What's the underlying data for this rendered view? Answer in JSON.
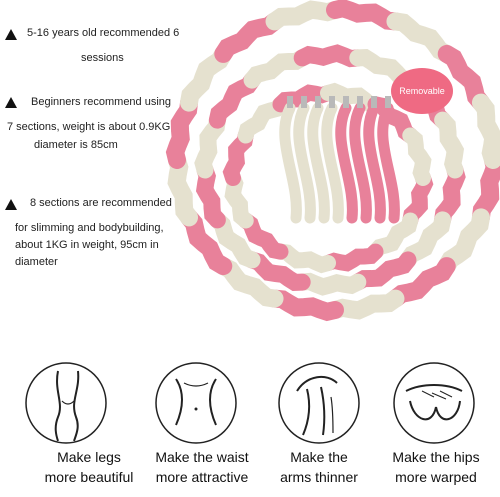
{
  "notes": [
    {
      "lines": [
        "5-16 years old recommended 6",
        "sessions"
      ]
    },
    {
      "lines": [
        "Beginners recommend using",
        "7 sections, weight is about 0.9KG,",
        "diameter is 85cm"
      ]
    },
    {
      "lines": [
        "8 sections are recommended",
        "for slimming and bodybuilding,",
        "about 1KG in weight, 95cm in",
        "diameter"
      ]
    }
  ],
  "badge": "Removable",
  "benefits": [
    {
      "icon": "legs-icon",
      "lines": [
        "Make legs",
        "more beautiful"
      ]
    },
    {
      "icon": "waist-icon",
      "lines": [
        "Make the waist",
        "more attractive"
      ]
    },
    {
      "icon": "arm-icon",
      "lines": [
        "Make the",
        "arms thinner"
      ]
    },
    {
      "icon": "hips-icon",
      "lines": [
        "Make the hips",
        "more warped"
      ]
    }
  ],
  "colors": {
    "pink": "#e8819a",
    "cream": "#e5e1cf",
    "accent": "#ef6a83"
  }
}
